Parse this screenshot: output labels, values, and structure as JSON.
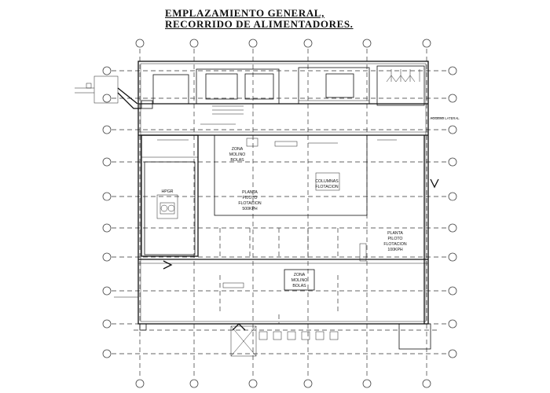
{
  "title": "EMPLAZAMIENTO GENERAL, RECORRIDO DE ALIMENTADORES.",
  "labels": {
    "zona_molino_1": [
      "ZONA",
      "MOLINO",
      "BOLAS"
    ],
    "columnas": [
      "COLUMNAS",
      "FLOTACION"
    ],
    "planta_500": [
      "PLANTA",
      "PILOTO",
      "FLOTACION",
      "500KPH"
    ],
    "planta_100": [
      "PLANTA",
      "PILOTO",
      "FLOTACION",
      "100KPH"
    ],
    "hpgr": "HPGR",
    "zona_molino_2": [
      "ZONA",
      "MOLINO",
      "BOLAS"
    ],
    "acceso_lateral": "ACCESO LATERAL"
  },
  "colors": {
    "line": "#111111",
    "background": "#ffffff"
  },
  "icons": [
    "grid-bubble-icon",
    "arrow-right-icon",
    "arrow-down-icon",
    "access-arrow-icon"
  ]
}
